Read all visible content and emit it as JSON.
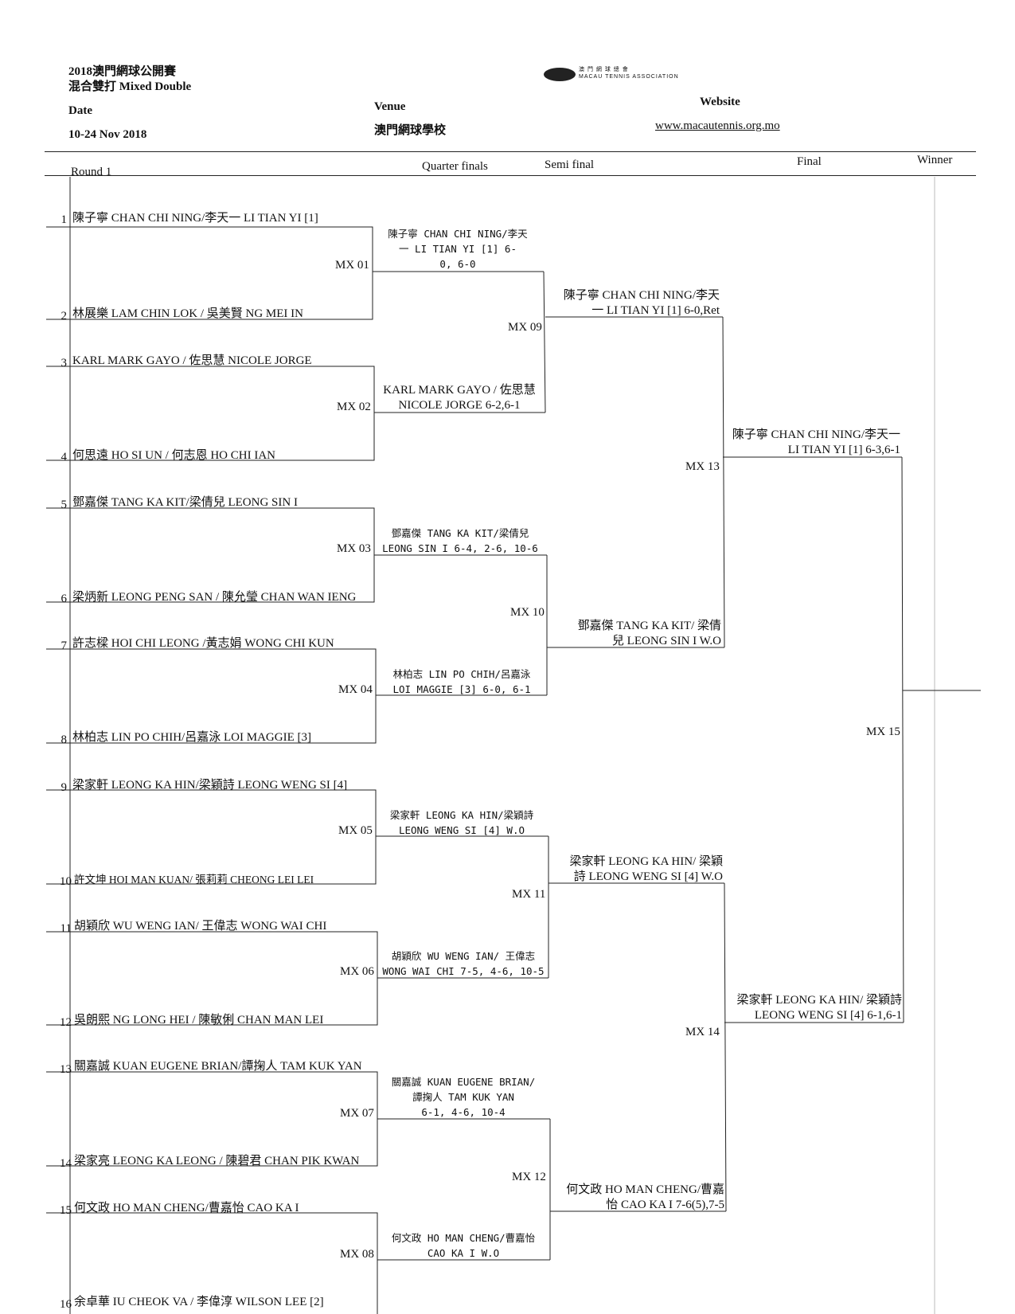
{
  "header": {
    "title": "2018澳門網球公開賽",
    "event": "混合雙打  Mixed Double",
    "date_label": "Date",
    "date_value": "10-24 Nov 2018",
    "venue_label": "Venue",
    "venue_value": "澳門網球學校",
    "website_label": "Website",
    "website_value": "www.macautennis.org.mo",
    "logo_text_line1": "澳 門 網 球 總 會",
    "logo_text_line2": "MACAU TENNIS ASSOCIATION"
  },
  "rounds": {
    "round1": "Round 1",
    "quarter": "Quarter finals",
    "semi": "Semi final",
    "final": "Final",
    "winner": "Winner"
  },
  "entries": [
    {
      "seed": "1",
      "name": "陳子寧 CHAN CHI NING/李天一 LI TIAN YI [1]"
    },
    {
      "seed": "2",
      "name": "林展樂 LAM CHIN LOK / 吳美賢 NG MEI IN"
    },
    {
      "seed": "3",
      "name": "KARL MARK GAYO / 佐思慧 NICOLE JORGE"
    },
    {
      "seed": "4",
      "name": "何思遠  HO SI UN / 何志恩 HO CHI IAN"
    },
    {
      "seed": "5",
      "name": "鄧嘉傑 TANG KA KIT/梁倩兒 LEONG SIN I"
    },
    {
      "seed": "6",
      "name": "梁炳新 LEONG PENG SAN / 陳允瑩 CHAN WAN IENG"
    },
    {
      "seed": "7",
      "name": "許志樑 HOI CHI LEONG /黃志娟 WONG CHI KUN"
    },
    {
      "seed": "8",
      "name": "林柏志 LIN PO CHIH/呂嘉泳 LOI MAGGIE  [3]"
    },
    {
      "seed": "9",
      "name": "梁家軒 LEONG KA HIN/梁穎詩 LEONG WENG SI [4]"
    },
    {
      "seed": "10",
      "name": "許文坤 HOI MAN KUAN/ 張莉莉 CHEONG LEI LEI"
    },
    {
      "seed": "11",
      "name": "胡穎欣 WU WENG IAN/ 王偉志 WONG WAI CHI"
    },
    {
      "seed": "12",
      "name": "吳朗熙 NG LONG HEI / 陳敏俐 CHAN MAN LEI"
    },
    {
      "seed": "13",
      "name": "關嘉誠 KUAN EUGENE BRIAN/譚掬人 TAM KUK YAN"
    },
    {
      "seed": "14",
      "name": "梁家亮 LEONG KA LEONG / 陳碧君 CHAN PIK KWAN"
    },
    {
      "seed": "15",
      "name": "何文政 HO MAN CHENG/曹嘉怡 CAO KA I"
    },
    {
      "seed": "16",
      "name": "余卓華 IU CHEOK VA / 李偉淳 WILSON LEE [2]"
    }
  ],
  "quarterfinals": [
    {
      "match": "MX 01",
      "line1": "陳子寧 CHAN CHI NING/李天",
      "line2": "一 LI TIAN YI [1]    6-",
      "line3": "0, 6-0"
    },
    {
      "match": "MX 02",
      "line1": "KARL MARK GAYO / 佐思慧",
      "line2": "NICOLE JORGE 6-2,6-1",
      "line3": ""
    },
    {
      "match": "MX 03",
      "line1": "鄧嘉傑 TANG KA KIT/梁倩兒",
      "line2": "LEONG SIN I 6-4, 2-6, 10-6",
      "line3": ""
    },
    {
      "match": "MX 04",
      "line1": "林柏志 LIN PO CHIH/呂嘉泳",
      "line2": "LOI MAGGIE  [3] 6-0, 6-1",
      "line3": ""
    },
    {
      "match": "MX 05",
      "line1": "梁家軒 LEONG KA HIN/梁穎詩",
      "line2": "LEONG WENG SI [4] W.O",
      "line3": ""
    },
    {
      "match": "MX 06",
      "line1": "胡穎欣 WU WENG IAN/ 王偉志",
      "line2": "WONG WAI CHI 7-5, 4-6, 10-5",
      "line3": ""
    },
    {
      "match": "MX 07",
      "line1": "關嘉誠 KUAN EUGENE BRIAN/",
      "line2": "譚掬人 TAM KUK YAN",
      "line3": "6-1, 4-6, 10-4"
    },
    {
      "match": "MX 08",
      "line1": "何文政 HO MAN CHENG/曹嘉怡",
      "line2": "CAO KA I W.O",
      "line3": ""
    }
  ],
  "semifinals": [
    {
      "match": "MX 09",
      "line1": "陳子寧 CHAN CHI NING/李天",
      "line2": "一 LI TIAN YI [1] 6-0,Ret"
    },
    {
      "match": "MX 10",
      "line1": "鄧嘉傑 TANG KA KIT/    梁倩",
      "line2": "兒 LEONG SIN I W.O"
    },
    {
      "match": "MX 11",
      "line1": "梁家軒 LEONG KA HIN/ 梁穎",
      "line2": "詩 LEONG WENG SI [4] W.O"
    },
    {
      "match": "MX 12",
      "line1": "何文政 HO MAN CHENG/曹嘉",
      "line2": "怡 CAO KA I 7-6(5),7-5"
    }
  ],
  "finals": [
    {
      "match": "MX 13",
      "line1": "陳子寧 CHAN CHI NING/李天一",
      "line2": "LI TIAN YI [1] 6-3,6-1"
    },
    {
      "match": "MX 14",
      "line1": "梁家軒 LEONG KA HIN/ 梁穎詩",
      "line2": "LEONG WENG SI [4]  6-1,6-1"
    }
  ],
  "final_match": {
    "match": "MX 15"
  }
}
